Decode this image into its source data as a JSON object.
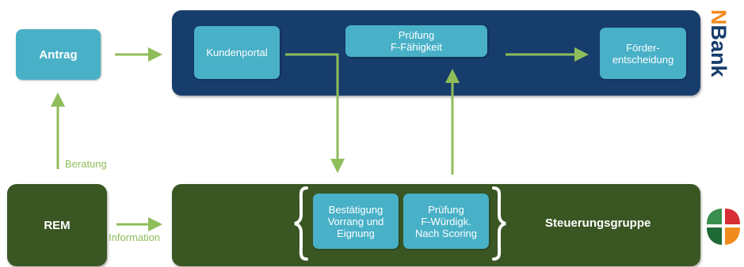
{
  "nodes": {
    "antrag": "Antrag",
    "rem": "REM",
    "kundenportal": "Kundenportal",
    "pruefung_f": "Prüfung\nF-Fähigkeit",
    "foerder": "Förder-\nentscheidung",
    "bestaetigung": "Bestätigung\nVorrang und\nEignung",
    "pruefung_w": "Prüfung\nF-Würdigk.\nNach Scoring"
  },
  "groups": {
    "steuerungsgruppe": "Steuerungsgruppe"
  },
  "edge_labels": {
    "beratung": "Beratung",
    "information": "Information"
  },
  "logos": {
    "nbank": {
      "prefix": "N",
      "rest": "Bank"
    }
  },
  "colors": {
    "navy": "#173d6c",
    "dark_green": "#3a5623",
    "teal": "#48b0c7",
    "arrow_green": "#8fbd5a",
    "orange": "#f08c1e",
    "red": "#d62f35"
  }
}
